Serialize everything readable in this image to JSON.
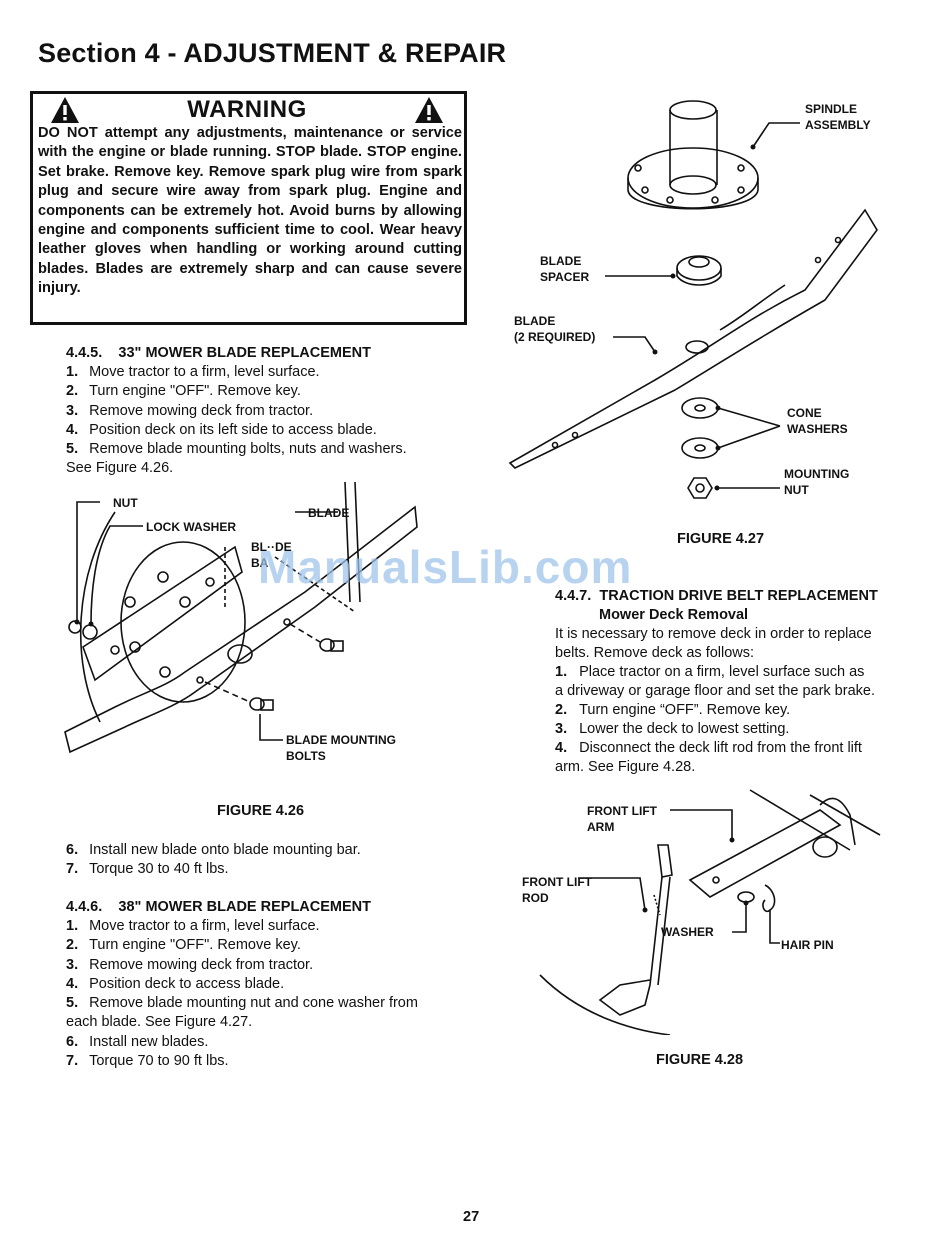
{
  "section_title": "Section 4 - ADJUSTMENT & REPAIR",
  "warning": {
    "title": "WARNING",
    "icon": "warning-triangle-icon",
    "text": "DO NOT attempt any adjustments, maintenance or service with the engine or blade running. STOP blade. STOP engine. Set brake. Remove key. Remove spark plug wire from spark plug and secure wire away from spark plug. Engine and components can be extremely hot. Avoid burns by allowing engine and components sufficient time to cool. Wear heavy leather gloves when handling or working around cutting blades. Blades are extremely sharp and can cause severe injury."
  },
  "sec_445": {
    "number": "4.4.5.",
    "title": "33\" MOWER BLADE REPLACEMENT",
    "steps": [
      {
        "n": "1.",
        "text": "Move tractor to a firm, level surface."
      },
      {
        "n": "2.",
        "text": "Turn engine \"OFF\". Remove key."
      },
      {
        "n": "3.",
        "text": "Remove mowing deck from tractor."
      },
      {
        "n": "4.",
        "text": "Position deck on its left side to access blade."
      },
      {
        "n": "5.",
        "text": "Remove blade mounting bolts, nuts and washers."
      }
    ],
    "see": "See Figure 4.26.",
    "steps_after": [
      {
        "n": "6.",
        "text": "Install new blade onto blade mounting bar."
      },
      {
        "n": "7.",
        "text": "Torque 30 to 40 ft lbs."
      }
    ]
  },
  "fig_426": {
    "caption": "FIGURE 4.26",
    "labels": {
      "nut": "NUT",
      "lock_washer": "LOCK WASHER",
      "blade": "BLADE",
      "blade_bar_1": "BL··DE",
      "blade_bar_2": "BA",
      "bolts_1": "BLADE MOUNTING",
      "bolts_2": "BOLTS"
    }
  },
  "sec_446": {
    "number": "4.4.6.",
    "title": "38\" MOWER BLADE REPLACEMENT",
    "steps": [
      {
        "n": "1.",
        "text": "Move tractor to a firm, level surface."
      },
      {
        "n": "2.",
        "text": "Turn engine \"OFF\". Remove key."
      },
      {
        "n": "3.",
        "text": "Remove mowing deck from tractor."
      },
      {
        "n": "4.",
        "text": "Position deck to access blade."
      },
      {
        "n": "5.",
        "text": "Remove blade mounting nut and cone washer from"
      }
    ],
    "step5_cont": "each blade. See Figure 4.27.",
    "steps_after": [
      {
        "n": "6.",
        "text": "Install new blades."
      },
      {
        "n": "7.",
        "text": "Torque 70 to 90 ft lbs."
      }
    ]
  },
  "fig_427": {
    "caption": "FIGURE 4.27",
    "labels": {
      "spindle_1": "SPINDLE",
      "spindle_2": "ASSEMBLY",
      "spacer_1": "BLADE",
      "spacer_2": "SPACER",
      "blade_1": "BLADE",
      "blade_2": "(2 REQUIRED)",
      "cone_1": "CONE",
      "cone_2": "WASHERS",
      "nut_1": "MOUNTING",
      "nut_2": "NUT"
    }
  },
  "sec_447": {
    "number": "4.4.7.",
    "title": "TRACTION DRIVE BELT REPLACEMENT",
    "subtitle": "Mower Deck Removal",
    "intro_1": "It is necessary to remove deck in order to replace",
    "intro_2": "belts. Remove deck as follows:",
    "step1_a": "Place tractor on a firm, level surface such as",
    "step1_b": "a driveway or garage floor and set the park brake.",
    "step2": "Turn engine “OFF”. Remove key.",
    "step3": "Lower the deck to lowest setting.",
    "step4_a": "Disconnect the deck lift rod from the front lift",
    "step4_b": "arm. See Figure 4.28.",
    "nums": [
      "1.",
      "2.",
      "3.",
      "4."
    ]
  },
  "fig_428": {
    "caption": "FIGURE 4.28",
    "labels": {
      "arm_1": "FRONT LIFT",
      "arm_2": "ARM",
      "rod_1": "FRONT LIFT",
      "rod_2": "ROD",
      "washer": "WASHER",
      "hair_pin": "HAIR PIN"
    }
  },
  "watermark": "ManualsLib.com",
  "page_number": "27"
}
